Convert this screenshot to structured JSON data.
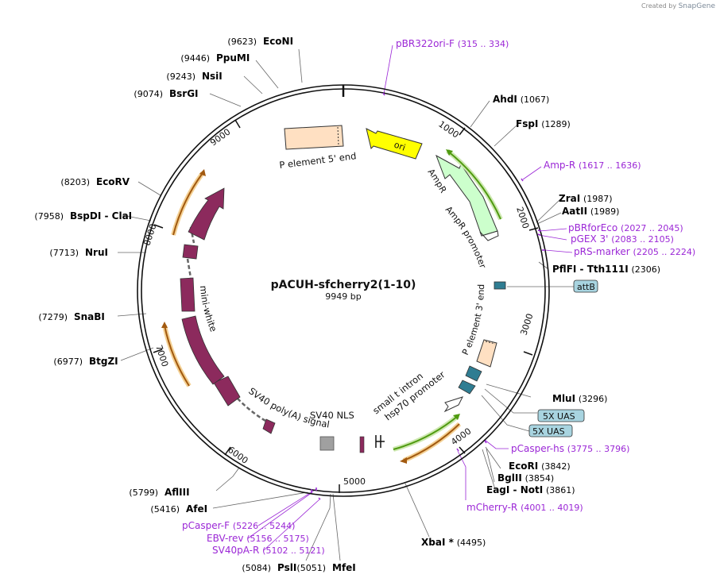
{
  "credit": {
    "prefix": "Created by",
    "brand": "SnapGene"
  },
  "plasmid": {
    "name": "pACUH-sfcherry2(1-10)",
    "size_label": "9949 bp"
  },
  "ticks": [
    "1000",
    "2000",
    "3000",
    "4000",
    "5000",
    "6000",
    "7000",
    "8000",
    "9000"
  ],
  "features": {
    "ori": "ori",
    "ampr": "AmpR",
    "ampr_promoter": "AmpR promoter",
    "p5": "P element 5' end",
    "p3": "P element 3' end",
    "mini_white": "mini-white",
    "sv40_polya": "SV40 poly(A) signal",
    "sv40_nls": "SV40 NLS",
    "small_t": "small t intron",
    "hsp70": "hsp70 promoter",
    "attB": "attB",
    "uas1": "5X UAS",
    "uas2": "5X UAS"
  },
  "sites": [
    {
      "id": "econi",
      "name": "EcoNI",
      "pos": "(9623)",
      "kind": "enzyme"
    },
    {
      "id": "ppumi",
      "name": "PpuMI",
      "pos": "(9446)",
      "kind": "enzyme"
    },
    {
      "id": "nsii",
      "name": "NsiI",
      "pos": "(9243)",
      "kind": "enzyme"
    },
    {
      "id": "bsrgi",
      "name": "BsrGI",
      "pos": "(9074)",
      "kind": "enzyme"
    },
    {
      "id": "ecorv",
      "name": "EcoRV",
      "pos": "(8203)",
      "kind": "enzyme"
    },
    {
      "id": "bspdi",
      "name": "BspDI",
      "pos": "(7958)",
      "kind": "enzyme",
      "extra": "-  ClaI"
    },
    {
      "id": "nrui",
      "name": "NruI",
      "pos": "(7713)",
      "kind": "enzyme"
    },
    {
      "id": "snabi",
      "name": "SnaBI",
      "pos": "(7279)",
      "kind": "enzyme"
    },
    {
      "id": "btgzi",
      "name": "BtgZI",
      "pos": "(6977)",
      "kind": "enzyme"
    },
    {
      "id": "aflIII",
      "name": "AflIII",
      "pos": "(5799)",
      "kind": "enzyme"
    },
    {
      "id": "afei",
      "name": "AfeI",
      "pos": "(5416)",
      "kind": "enzyme"
    },
    {
      "id": "psli",
      "name": "PslI",
      "pos": "(5084)",
      "kind": "enzyme"
    },
    {
      "id": "mfei",
      "name": "MfeI",
      "pos": "(5051)",
      "kind": "enzyme"
    },
    {
      "id": "xbai",
      "name": "XbaI *",
      "pos": "(4495)",
      "kind": "enzyme"
    },
    {
      "id": "eagi",
      "name": "EagI",
      "pos": "(3861)",
      "kind": "enzyme",
      "extra": "-  NotI"
    },
    {
      "id": "bglii",
      "name": "BglII",
      "pos": "(3854)",
      "kind": "enzyme"
    },
    {
      "id": "ecori",
      "name": "EcoRI",
      "pos": "(3842)",
      "kind": "enzyme"
    },
    {
      "id": "mlui",
      "name": "MluI",
      "pos": "(3296)",
      "kind": "enzyme"
    },
    {
      "id": "pflfi",
      "name": "PflFI",
      "pos": "(2306)",
      "kind": "enzyme",
      "extra": "-  Tth111I"
    },
    {
      "id": "aatii",
      "name": "AatII",
      "pos": "(1989)",
      "kind": "enzyme"
    },
    {
      "id": "zrai",
      "name": "ZraI",
      "pos": "(1987)",
      "kind": "enzyme"
    },
    {
      "id": "fspi",
      "name": "FspI",
      "pos": "(1289)",
      "kind": "enzyme"
    },
    {
      "id": "ahdi",
      "name": "AhdI",
      "pos": "(1067)",
      "kind": "enzyme"
    },
    {
      "id": "pbr322",
      "name": "pBR322ori-F",
      "pos": "(315 .. 334)",
      "kind": "primer"
    },
    {
      "id": "ampr_primer",
      "name": "Amp-R",
      "pos": "(1617 .. 1636)",
      "kind": "primer"
    },
    {
      "id": "pbrforeco",
      "name": "pBRforEco",
      "pos": "(2027 .. 2045)",
      "kind": "primer"
    },
    {
      "id": "pgex3",
      "name": "pGEX 3'",
      "pos": "(2083 .. 2105)",
      "kind": "primer"
    },
    {
      "id": "prs",
      "name": "pRS-marker",
      "pos": "(2205 .. 2224)",
      "kind": "primer"
    },
    {
      "id": "pcasperhs",
      "name": "pCasper-hs",
      "pos": "(3775 .. 3796)",
      "kind": "primer"
    },
    {
      "id": "mcherryr",
      "name": "mCherry-R",
      "pos": "(4001 .. 4019)",
      "kind": "primer"
    },
    {
      "id": "pcasperf",
      "name": "pCasper-F",
      "pos": "(5226 .. 5244)",
      "kind": "primer"
    },
    {
      "id": "ebvrev",
      "name": "EBV-rev",
      "pos": "(5156 .. 5175)",
      "kind": "primer"
    },
    {
      "id": "sv40par",
      "name": "SV40pA-R",
      "pos": "(5102 .. 5121)",
      "kind": "primer"
    }
  ],
  "colors": {
    "backbone": "#111111",
    "enzyme_text": "#000000",
    "primer": "#9b27d6",
    "ori": "#ffff00",
    "ampr": "#ccffcc",
    "p_element": "#ffe0c2",
    "mini_white": "#8c2a5d",
    "uas": "#2f7d92",
    "uas_label_bg": "#a8d4e0",
    "primer_orange": "#d98c1f",
    "primer_green": "#4f9a10"
  }
}
